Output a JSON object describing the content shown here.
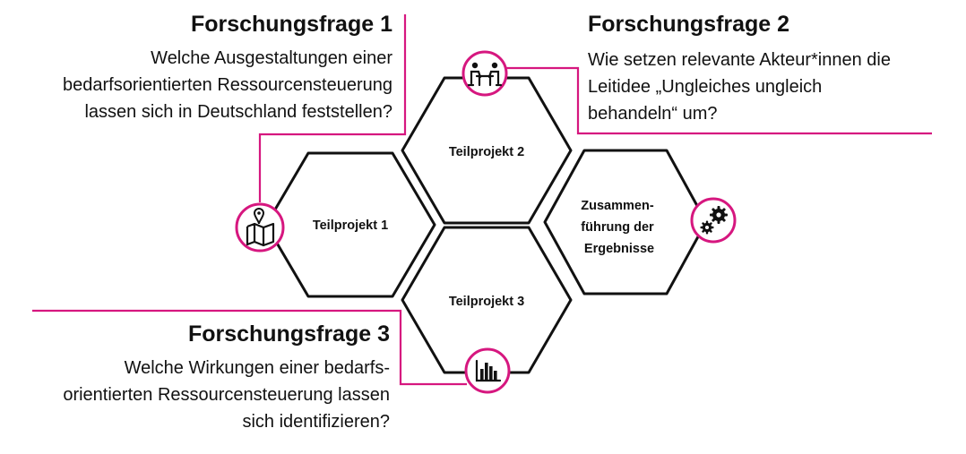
{
  "colors": {
    "accent": "#d6177f",
    "outline": "#111111",
    "background": "#ffffff"
  },
  "questions": [
    {
      "title": "Forschungsfrage 1",
      "lines": [
        "Welche Ausgestaltungen einer",
        "bedarfsorientierten Ressourcensteuerung",
        "lassen sich in Deutschland feststellen?"
      ]
    },
    {
      "title": "Forschungsfrage 2",
      "lines": [
        "Wie setzen relevante Akteur*innen die",
        "Leitidee „Ungleiches ungleich",
        "behandeln“ um?"
      ]
    },
    {
      "title": "Forschungsfrage 3",
      "lines": [
        "Welche Wirkungen einer bedarfs-",
        "orientierten Ressourcensteuerung lassen",
        "sich identifizieren?"
      ]
    }
  ],
  "hexagons": [
    {
      "lines": [
        "Teilprojekt 1"
      ]
    },
    {
      "lines": [
        "Teilprojekt 2"
      ]
    },
    {
      "lines": [
        "Teilprojekt 3"
      ]
    },
    {
      "lines": [
        "Zusammen-",
        "führung der",
        "Ergebnisse"
      ]
    }
  ],
  "icons": {
    "tp1": "map-pin-icon",
    "tp2": "meeting-table-icon",
    "tp3": "bar-chart-icon",
    "synthesis": "gears-icon"
  }
}
